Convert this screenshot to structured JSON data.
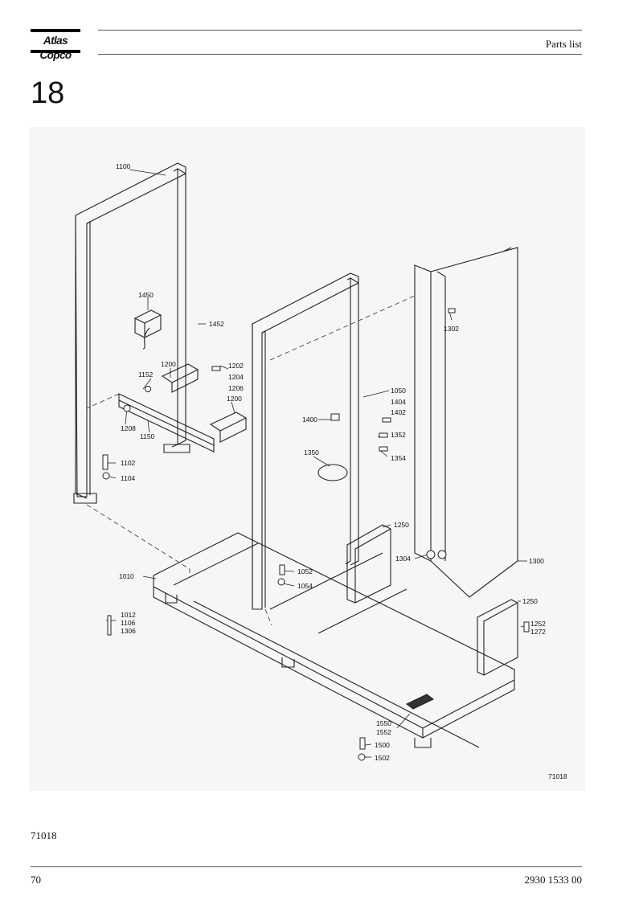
{
  "header": {
    "logo_text": "Atlas Copco",
    "title": "Parts list"
  },
  "section": {
    "number": "18"
  },
  "drawing": {
    "drawing_number": "71018",
    "callouts": [
      "1100",
      "1450",
      "1452",
      "1200",
      "1202",
      "1204",
      "1206",
      "1152",
      "1200",
      "1208",
      "1150",
      "1102",
      "1104",
      "1050",
      "1404",
      "1402",
      "1400",
      "1352",
      "1350",
      "1354",
      "1302",
      "1250",
      "1304",
      "1300",
      "1010",
      "1052",
      "1054",
      "1012",
      "1106",
      "1306",
      "1250",
      "1252",
      "1272",
      "1550",
      "1552",
      "1500",
      "1502"
    ]
  },
  "footer": {
    "figure_ref": "71018",
    "page_number": "70",
    "document_number": "2930 1533 00"
  }
}
